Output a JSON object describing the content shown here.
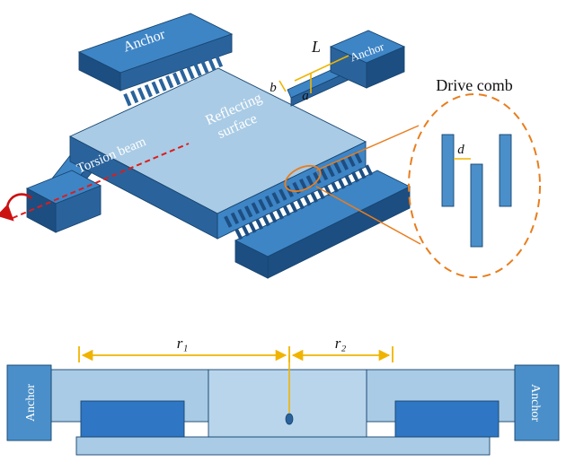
{
  "colors": {
    "dark_navy": "#1d4e82",
    "deep_blue": "#2a639c",
    "mid_blue": "#3e85c6",
    "comb_blue": "#4a8fc9",
    "light_blue": "#a9cbe5",
    "lighter_blue": "#b9d5ec",
    "dark_rect_blue": "#2f76c4",
    "outline": "#17456f",
    "dim_yellow": "#f0b400",
    "callout_orange": "#e87e1e",
    "axis_red": "#dd1c1c",
    "text_white": "#ffffff",
    "text_black": "#111111"
  },
  "iso_view": {
    "anchor_top_label": "Anchor",
    "anchor_right_label": "Anchor",
    "reflecting_line1": "Reflecting",
    "reflecting_line2": "surface",
    "torsion_beam_label": "Torsion beam",
    "dim_L": "L",
    "dim_b": "b",
    "dim_a": "a"
  },
  "callout": {
    "title": "Drive comb",
    "dim_d": "d"
  },
  "front_view": {
    "anchor_left_label": "Anchor",
    "anchor_right_label": "Anchor",
    "dim_r1": "r₁",
    "dim_r2": "r₂"
  }
}
